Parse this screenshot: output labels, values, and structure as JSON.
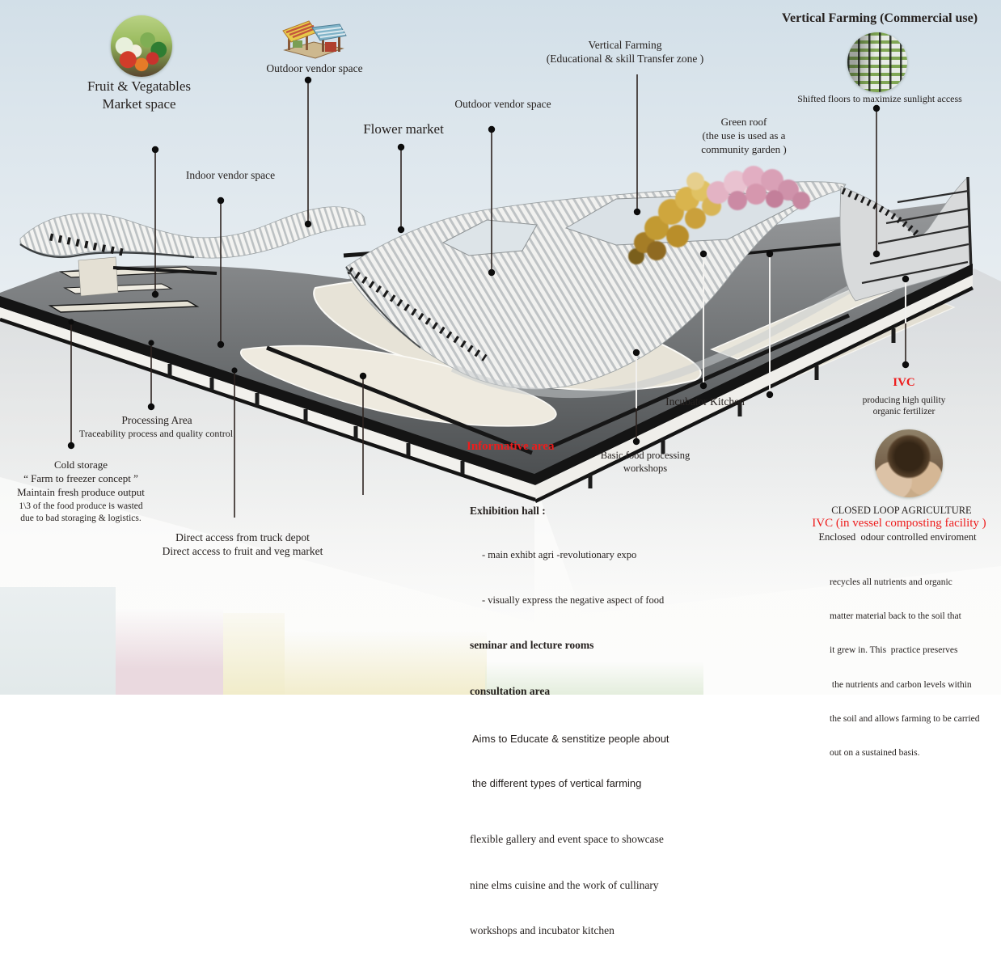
{
  "palette": {
    "accent_red": "#ee1c1c",
    "text_dark": "#26211f",
    "sky_top": "#d2dfe8",
    "building_dark": "#141414",
    "building_cream": "#e9e5da"
  },
  "labels": {
    "fruit_veg": {
      "title": "Fruit & Vegatables",
      "subtitle": "Market space"
    },
    "outdoor_vendor_1": "Outdoor vendor space",
    "outdoor_vendor_2": "Outdoor vendor space",
    "indoor_vendor": "Indoor vendor space",
    "flower_market": "Flower market",
    "vf_edu": {
      "line1": "Vertical Farming",
      "line2": "(Educational & skill Transfer zone )"
    },
    "vf_com": {
      "title": "Vertical Farming (Commercial use)",
      "caption": "Shifted floors to maximize sunlight access"
    },
    "green_roof": {
      "line1": "Green roof",
      "line2": "(the use is used as a",
      "line3": "community garden )"
    },
    "processing": {
      "title": "Processing Area",
      "caption": "Traceability process and quality control"
    },
    "cold_storage": {
      "line1": "Cold storage",
      "line2": "“ Farm to freezer concept ”",
      "line3": "Maintain fresh produce output",
      "note1": "1\\3 of the food produce is wasted",
      "note2": "due to bad storaging & logistics."
    },
    "direct_access": {
      "line1": "Direct access from truck depot",
      "line2": "Direct access to fruit and veg market"
    },
    "informative": {
      "title": "Informative area",
      "exhibition_title": "Exhibition hall :",
      "bullet1": "- main exhibt agri -revolutionary expo",
      "bullet2": "- visually express the negative aspect of food",
      "bold1": "seminar and lecture rooms",
      "bold2": "consultation area",
      "aims1": "Aims to Educate & senstitize people about",
      "aims2": "the different types of vertical farming",
      "flex1": "flexible gallery and event space to showcase",
      "flex2": "nine elms cuisine and the work of cullinary",
      "flex3": "workshops and incubator kitchen"
    },
    "incubator": "Incubator Kitchen",
    "basic_food": {
      "line1": "Basic food processing",
      "line2": "workshops"
    },
    "ivc": {
      "title": "IVC",
      "cap1": "producing high quility",
      "cap2": "organic fertilizer"
    },
    "closed_loop": {
      "line1": "CLOSED LOOP AGRICULTURE",
      "line2": "IVC (in vessel composting facility )",
      "line3": "Enclosed  odour controlled enviroment",
      "para": [
        "recycles all nutrients and organic",
        "matter material back to the soil that",
        "it grew in. This  practice preserves",
        " the nutrients and carbon levels within",
        "the soil and allows farming to be carried",
        "out on a sustained basis."
      ]
    }
  },
  "icons": {
    "fruit_photo": "fruit-and-vegetables-photo",
    "stall_icon": "market-stall-icon",
    "vfarm_photo": "vertical-farm-racks-photo",
    "compost_photo": "compost-hands-photo"
  }
}
